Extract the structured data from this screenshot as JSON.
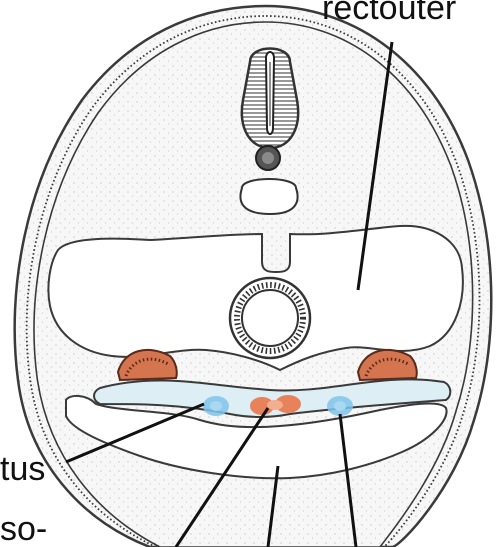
{
  "labels": {
    "top_right": "rectouter",
    "left_middle": "tus",
    "left_bottom": "so-"
  },
  "colors": {
    "background": "#ffffff",
    "outline": "#3a3a3a",
    "cavity_fill": "#ffffff",
    "tissue_fill": "#f6f6f6",
    "blue_marker": "#7fc3ea",
    "orange_marker": "#e8825a",
    "ridge_dark": "#5a2a1a",
    "ridge_fill": "#d4754f",
    "band_fill": "#ddeef4",
    "leader": "#111111"
  }
}
